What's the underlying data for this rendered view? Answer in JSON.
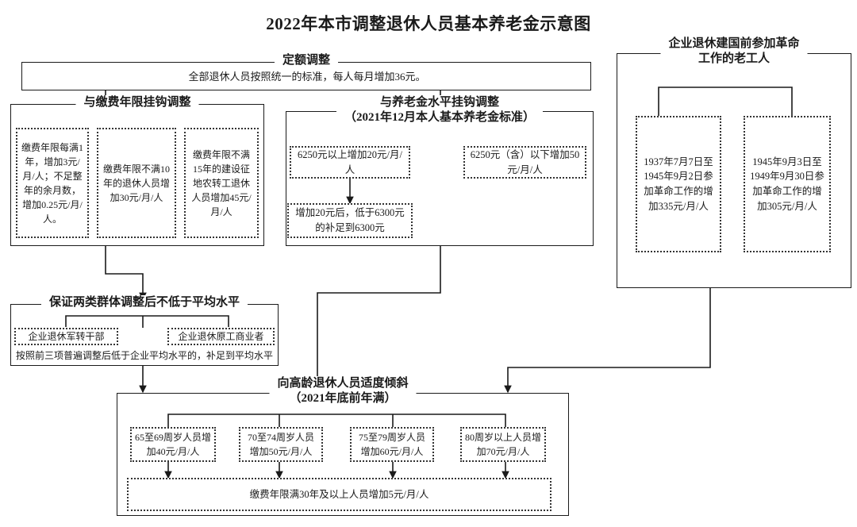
{
  "title": "2022年本市调整退休人员基本养老金示意图",
  "quota": {
    "legend": "定额调整",
    "body": "全部退休人员按照统一的标准，每人每月增加36元。"
  },
  "years_linked": {
    "legend": "与缴费年限挂钩调整",
    "boxes": [
      "缴费年限每满1年，增加3元/月/人；不足整年的余月数，增加0.25元/月/人。",
      "缴费年限不满10年的退休人员增加30元/月/人",
      "缴费年限不满15年的建设征地农转工退休人员增加45元/月/人"
    ]
  },
  "pension_linked": {
    "legend_line1": "与养老金水平挂钩调整",
    "legend_line2": "（2021年12月本人基本养老金标准）",
    "above": "6250元以上增加20元/月/人",
    "below": "6250元（含）以下增加50元/月/人",
    "topup": "增加20元后，低于6300元的补足到6300元"
  },
  "veteran_workers": {
    "legend_line1": "企业退休建国前参加革命",
    "legend_line2": "工作的老工人",
    "boxes": [
      "1937年7月7日至1945年9月2日参加革命工作的增加335元/月/人",
      "1945年9月3日至1949年9月30日参加革命工作的增加305元/月/人"
    ]
  },
  "guarantee": {
    "legend": "保证两类群体调整后不低于平均水平",
    "group_left": "企业退休军转干部",
    "group_right": "企业退休原工商业者",
    "note": "按照前三项普遍调整后低于企业平均水平的，补足到平均水平"
  },
  "elderly": {
    "legend_line1": "向高龄退休人员适度倾斜",
    "legend_line2": "（2021年底前年满）",
    "age_boxes": [
      "65至69周岁人员增加40元/月/人",
      "70至74周岁人员增加50元/月/人",
      "75至79周岁人员增加60元/月/人",
      "80周岁以上人员增加70元/月/人"
    ],
    "long_service": "缴费年限满30年及以上人员增加5元/月/人"
  },
  "colors": {
    "line": "#1a1a1a",
    "dotted": "#333333",
    "background": "#ffffff"
  }
}
